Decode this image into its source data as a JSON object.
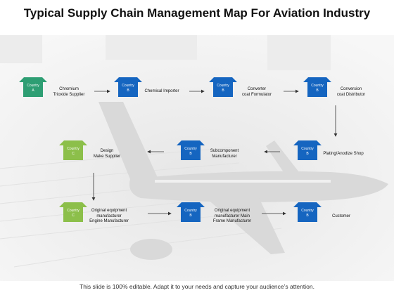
{
  "title": "Typical Supply Chain Management Map For Aviation Industry",
  "footer": "This slide is 100% editable. Adapt it to your needs and capture your audience’s attention.",
  "colors": {
    "blue": "#1565c0",
    "green": "#2e9e73",
    "light_green": "#8cbf4a",
    "arrow": "#333333"
  },
  "nodes": [
    {
      "id": "chromium",
      "country": "Country",
      "code": "A",
      "color": "green",
      "label": "Chromium\nTrioxide Supplier"
    },
    {
      "id": "chemical",
      "country": "Country",
      "code": "B",
      "color": "blue",
      "label": "Chemical Importer"
    },
    {
      "id": "converter",
      "country": "Country",
      "code": "B",
      "color": "blue",
      "label": "Converter\ncoat Formulator"
    },
    {
      "id": "conversion",
      "country": "Country",
      "code": "B",
      "color": "blue",
      "label": "Conversion\ncoat Distributor"
    },
    {
      "id": "plating",
      "country": "Country",
      "code": "B",
      "color": "blue",
      "label": "Plating/Anodize Shop"
    },
    {
      "id": "subcomponent",
      "country": "Country",
      "code": "B",
      "color": "blue",
      "label": "Subcomponent\nManufacturer"
    },
    {
      "id": "design",
      "country": "Country",
      "code": "C",
      "color": "light_green",
      "label": "Design\nMake Supplier"
    },
    {
      "id": "oem-engine",
      "country": "Country",
      "code": "C",
      "color": "light_green",
      "label": "Original equipment\nmanufacturer\nEngine Manufacturer"
    },
    {
      "id": "oem-frame",
      "country": "Country",
      "code": "B",
      "color": "blue",
      "label": "Original equipment\nmanufacturer Main\nFrame Manufacturer"
    },
    {
      "id": "customer",
      "country": "Country",
      "code": "B",
      "color": "blue",
      "label": "Customer"
    }
  ]
}
